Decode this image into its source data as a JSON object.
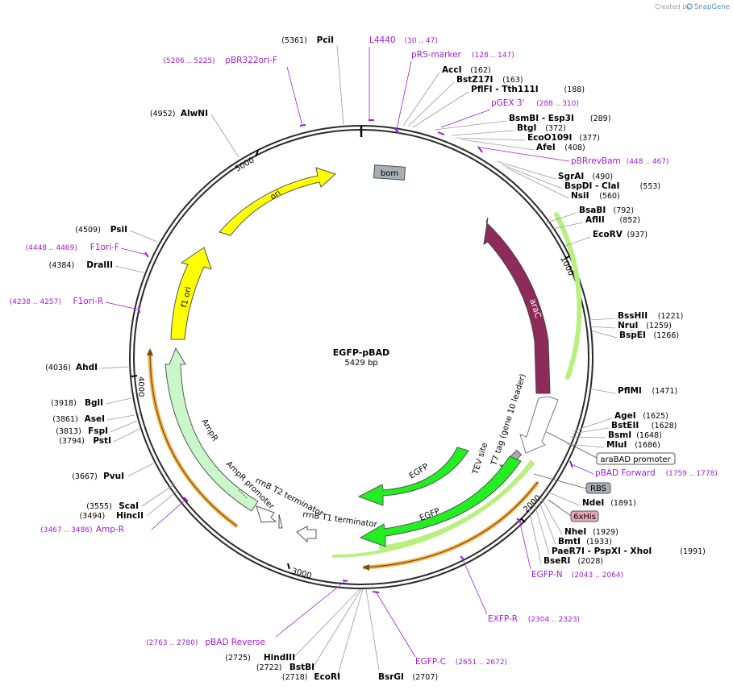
{
  "credit": {
    "text": "Created by",
    "brand": "SnapGene"
  },
  "plasmid": {
    "name": "EGFP-pBAD",
    "size": "5429 bp"
  },
  "ticks": [
    "1000",
    "2000",
    "3000",
    "4000",
    "5000"
  ],
  "enzymes": [
    {
      "name": "PciI",
      "pos": "(5361)"
    },
    {
      "name": "AccI",
      "pos": "(162)"
    },
    {
      "name": "BstZ17I",
      "pos": "(163)"
    },
    {
      "name": "PflFI - Tth111I",
      "pos": "(188)"
    },
    {
      "name": "BsmBI - Esp3I",
      "pos": "(289)"
    },
    {
      "name": "BtgI",
      "pos": "(372)"
    },
    {
      "name": "EcoO109I",
      "pos": "(377)"
    },
    {
      "name": "AfeI",
      "pos": "(408)"
    },
    {
      "name": "SgrAI",
      "pos": "(490)"
    },
    {
      "name": "BspDI - ClaI",
      "pos": "(553)"
    },
    {
      "name": "NsiI",
      "pos": "(560)"
    },
    {
      "name": "BsaBI",
      "pos": "(792)"
    },
    {
      "name": "AflII",
      "pos": "(852)"
    },
    {
      "name": "EcoRV",
      "pos": "(937)"
    },
    {
      "name": "BssHII",
      "pos": "(1221)"
    },
    {
      "name": "NruI",
      "pos": "(1259)"
    },
    {
      "name": "BspEI",
      "pos": "(1266)"
    },
    {
      "name": "PflMI",
      "pos": "(1471)"
    },
    {
      "name": "AgeI",
      "pos": "(1625)"
    },
    {
      "name": "BstEII",
      "pos": "(1628)"
    },
    {
      "name": "BsmI",
      "pos": "(1648)"
    },
    {
      "name": "MluI",
      "pos": "(1686)"
    },
    {
      "name": "NdeI",
      "pos": "(1891)"
    },
    {
      "name": "NheI",
      "pos": "(1929)"
    },
    {
      "name": "BmtI",
      "pos": "(1933)"
    },
    {
      "name": "PaeR7I - PspXI - XhoI",
      "pos": "(1991)"
    },
    {
      "name": "BseRI",
      "pos": "(2028)"
    },
    {
      "name": "BsrGI",
      "pos": "(2707)"
    },
    {
      "name": "EcoRI",
      "pos": "(2718)"
    },
    {
      "name": "BstBI",
      "pos": "(2722)"
    },
    {
      "name": "HindIII",
      "pos": "(2725)"
    },
    {
      "name": "HincII",
      "pos": "(3494)"
    },
    {
      "name": "ScaI",
      "pos": "(3555)"
    },
    {
      "name": "PvuI",
      "pos": "(3667)"
    },
    {
      "name": "PstI",
      "pos": "(3794)"
    },
    {
      "name": "FspI",
      "pos": "(3813)"
    },
    {
      "name": "AseI",
      "pos": "(3861)"
    },
    {
      "name": "BglI",
      "pos": "(3918)"
    },
    {
      "name": "AhdI",
      "pos": "(4036)"
    },
    {
      "name": "DraIII",
      "pos": "(4384)"
    },
    {
      "name": "PsiI",
      "pos": "(4509)"
    },
    {
      "name": "AlwNI",
      "pos": "(4952)"
    }
  ],
  "primers": [
    {
      "name": "L4440",
      "pos": "(30 .. 47)"
    },
    {
      "name": "pRS-marker",
      "pos": "(128 .. 147)"
    },
    {
      "name": "pGEX 3'",
      "pos": "(288 .. 310)"
    },
    {
      "name": "pBRrevBam",
      "pos": "(448 .. 467)"
    },
    {
      "name": "pBAD Forward",
      "pos": "(1759 .. 1778)"
    },
    {
      "name": "EGFP-N",
      "pos": "(2043 .. 2064)"
    },
    {
      "name": "EXFP-R",
      "pos": "(2304 .. 2323)"
    },
    {
      "name": "EGFP-C",
      "pos": "(2651 .. 2672)"
    },
    {
      "name": "pBAD Reverse",
      "pos": "(2763 .. 2780)"
    },
    {
      "name": "Amp-R",
      "pos": "(3467 .. 3486)"
    },
    {
      "name": "F1ori-R",
      "pos": "(4238 .. 4257)"
    },
    {
      "name": "F1ori-F",
      "pos": "(4448 .. 4469)"
    },
    {
      "name": "pBR322ori-F",
      "pos": "(5206 .. 5225)"
    }
  ],
  "features": {
    "bom": "bom",
    "ori": "ori",
    "f1_ori": "f1 ori",
    "araC": "araC",
    "t7_tag": "T7 tag (gene 10 leader)",
    "tev_site": "TEV site",
    "egfp_inner": "EGFP",
    "egfp_outer": "EGFP",
    "ampr": "AmpR",
    "ampr_promoter": "AmpR promoter",
    "rrnb_t2": "rrnB T2 terminator",
    "rrnb_t1": "rrnB T1 terminator",
    "arabad_promoter": "araBAD promoter",
    "rbs": "RBS",
    "his6": "6xHis"
  },
  "colors": {
    "backbone": "#2a2a2a",
    "primer": "#a21bd6",
    "ori": "#ffff00",
    "araC": "#8e2b5a",
    "egfp": "#22ee22",
    "ampr": "#c9f7c9",
    "highlight_green": "#b8f080",
    "highlight_orange": "#f2b24a",
    "bom": "#a6aeb6",
    "his": "#e8a8b8"
  }
}
